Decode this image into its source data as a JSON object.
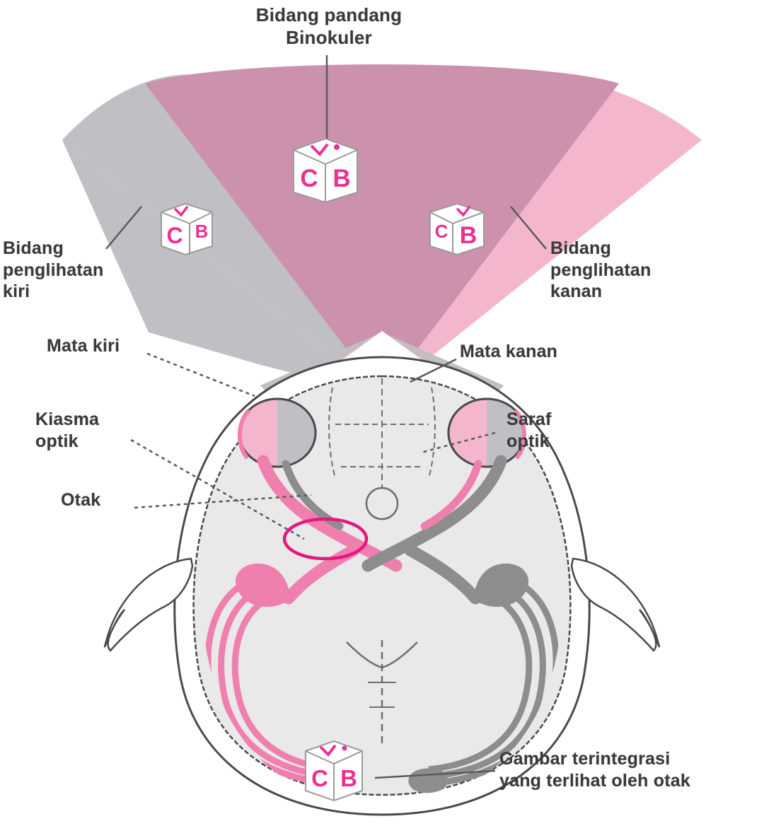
{
  "diagram": {
    "title": "Bidang pandang\nBinokuler",
    "language": "id",
    "labels": [
      {
        "id": "binocular-field",
        "text": "Bidang pandang\nBinokuler"
      },
      {
        "id": "left-visual-field",
        "text": "Bidang\npenglihatan\nkiri"
      },
      {
        "id": "right-visual-field",
        "text": "Bidang\npenglihatan\nkanan"
      },
      {
        "id": "left-eye",
        "text": "Mata kiri"
      },
      {
        "id": "right-eye",
        "text": "Mata kanan"
      },
      {
        "id": "optic-chiasm",
        "text": "Kiasma\noptik"
      },
      {
        "id": "optic-nerve",
        "text": "Saraf\noptik"
      },
      {
        "id": "brain",
        "text": "Otak"
      },
      {
        "id": "integrated-image",
        "text": "Gambar terintegrasi\nyang terlihat oleh otak"
      }
    ],
    "cubes": [
      {
        "id": "cube-binocular",
        "left_face": "C",
        "right_face": "B",
        "top_mark": "chevron"
      },
      {
        "id": "cube-left-field",
        "left_face": "C",
        "right_face": "B",
        "top_mark": "chevron"
      },
      {
        "id": "cube-right-field",
        "left_face": "C",
        "right_face": "B",
        "top_mark": "chevron"
      },
      {
        "id": "cube-integrated",
        "left_face": "C",
        "right_face": "B",
        "top_mark": "chevron"
      }
    ],
    "colors": {
      "monocular_gray": "#c0c0c4",
      "binocular_mauve": "#cc92ad",
      "monocular_pink": "#f4b6cd",
      "tract_pink": "#ef7fae",
      "tract_gray": "#8d8d8d",
      "chiasm_outline": "#e5187f",
      "brain_fill": "#e9e9e9",
      "outline": "#4a4a4a",
      "label_text": "#3a3a3a",
      "cube_letter": "#ed2f92"
    }
  }
}
